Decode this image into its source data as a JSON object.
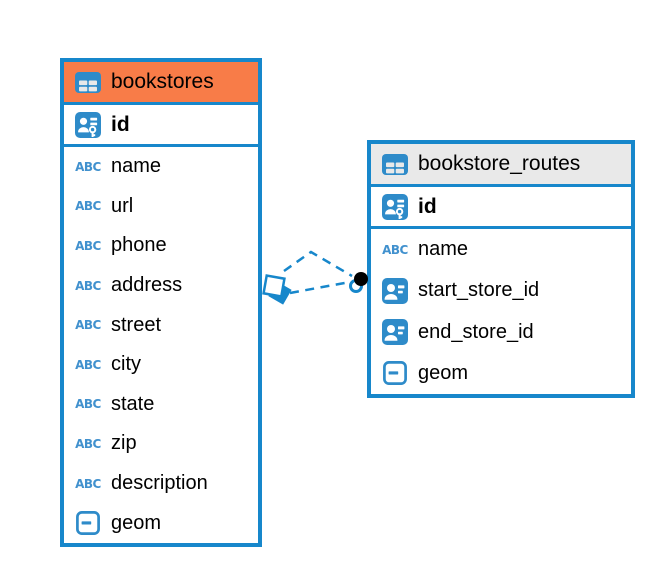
{
  "colors": {
    "accent_blue": "#1787CB",
    "icon_blue": "#2E8BC9",
    "abc_text_blue": "#4191CE",
    "selected_header_orange": "#F87C48",
    "header_gray": "#E9E9E9",
    "text_black": "#000000",
    "canvas_white": "#FFFFFF",
    "endpoint_dot_black": "#000000"
  },
  "icons": {
    "text_glyph": "ABC"
  },
  "tables": [
    {
      "title": "bookstores",
      "header_style": "selected",
      "pk": {
        "label": "id"
      },
      "fields": [
        {
          "label": "name"
        },
        {
          "label": "url"
        },
        {
          "label": "phone"
        },
        {
          "label": "address"
        },
        {
          "label": "street"
        },
        {
          "label": "city"
        },
        {
          "label": "state"
        },
        {
          "label": "zip"
        },
        {
          "label": "description"
        },
        {
          "label": "geom"
        }
      ]
    },
    {
      "title": "bookstore_routes",
      "header_style": "default",
      "pk": {
        "label": "id"
      },
      "fields": [
        {
          "label": "name"
        },
        {
          "label": "start_store_id"
        },
        {
          "label": "end_store_id"
        },
        {
          "label": "geom"
        }
      ]
    }
  ],
  "relationships": [
    {
      "from": "bookstores.id",
      "to": "bookstore_routes.start_store_id",
      "style": "dashed"
    },
    {
      "from": "bookstores.id",
      "to": "bookstore_routes.end_store_id",
      "style": "dashed"
    }
  ]
}
